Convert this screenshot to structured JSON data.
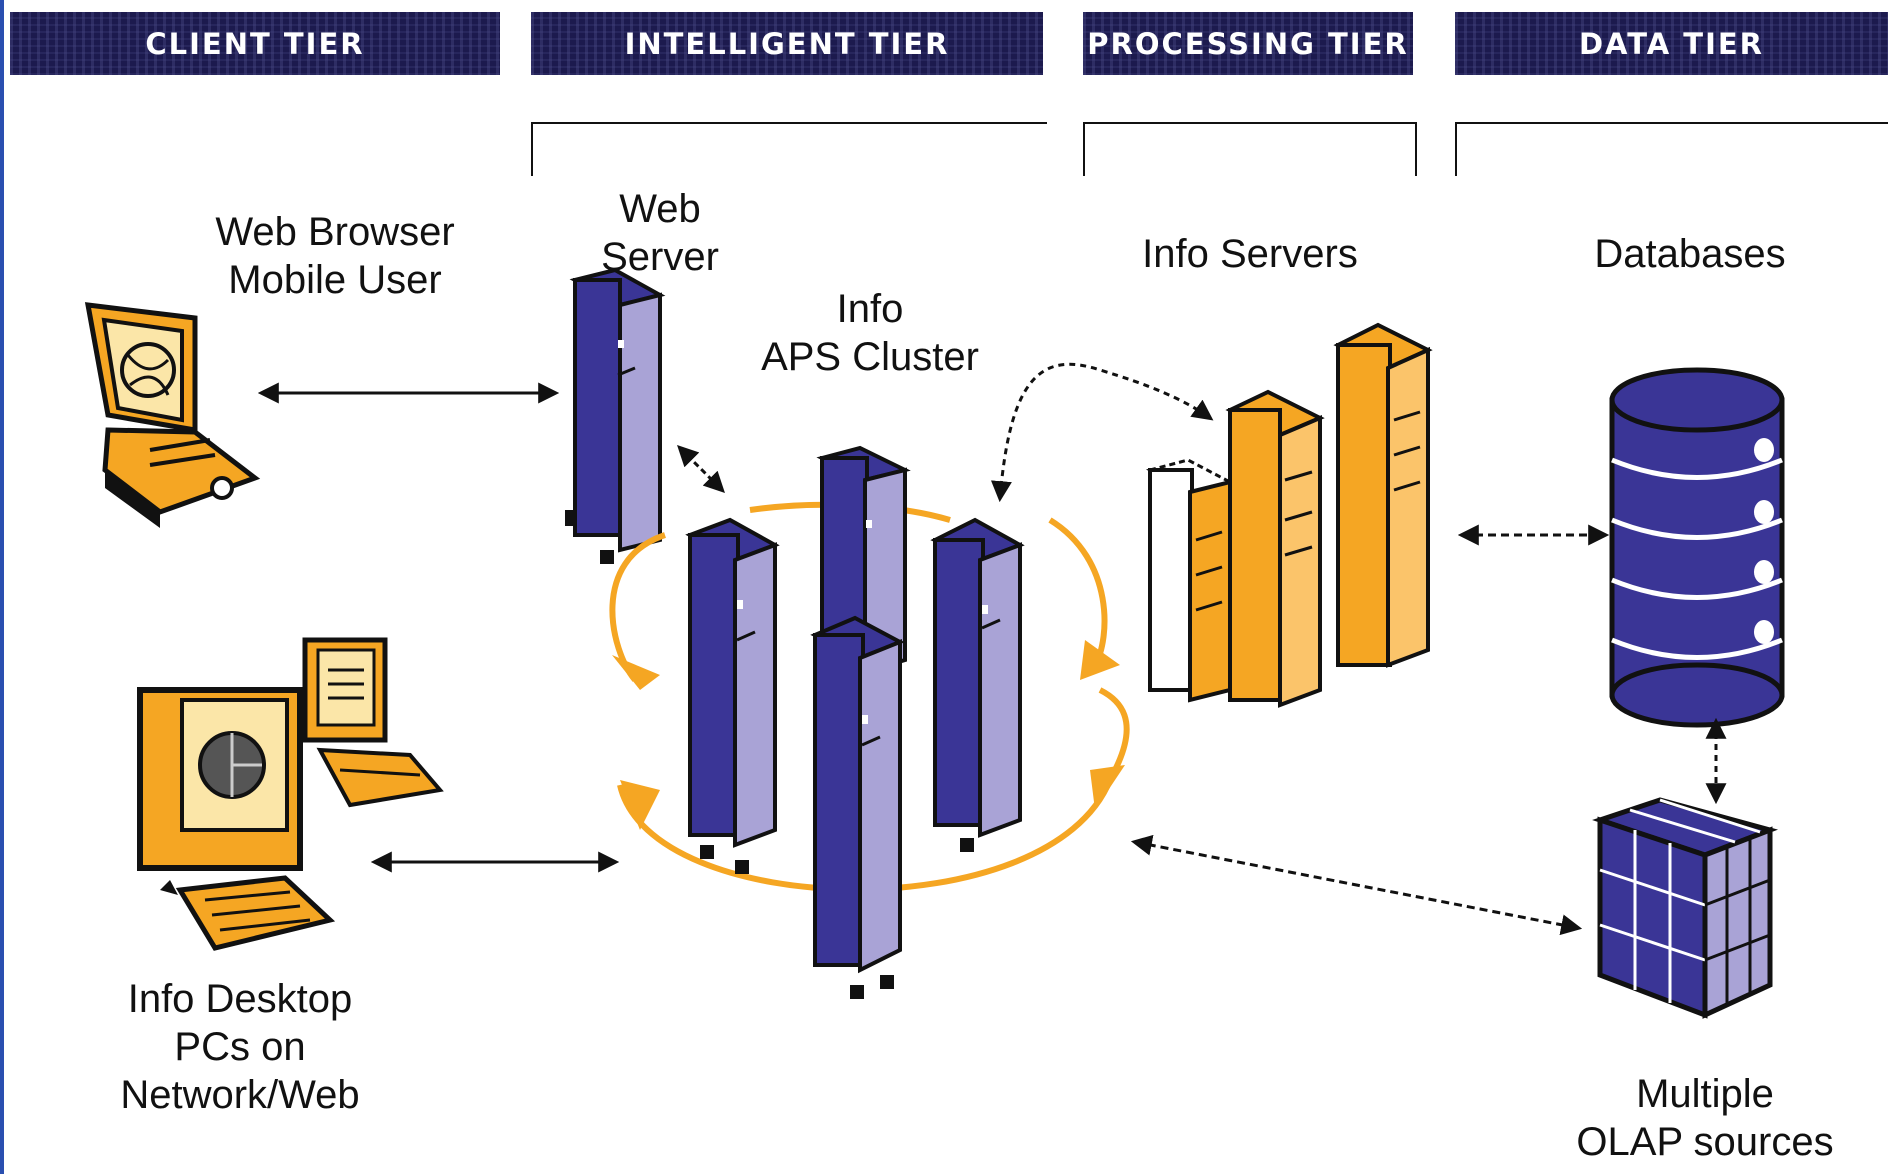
{
  "tiers": {
    "client": "CLIENT TIER",
    "intelligent": "INTELLIGENT TIER",
    "processing": "PROCESSING TIER",
    "data": "DATA TIER"
  },
  "labels": {
    "web_browser_line1": "Web Browser",
    "web_browser_line2": "Mobile User",
    "web_server": "Web Server",
    "cluster_line1": "Info",
    "cluster_line2": "APS Cluster",
    "info_servers": "Info Servers",
    "databases": "Databases",
    "desktop_line1": "Info Desktop",
    "desktop_line2": "PCs on Network/Web",
    "olap_line1": "Multiple",
    "olap_line2": "OLAP sources"
  },
  "colors": {
    "header_bg": "#1c1a4e",
    "server_purple": "#a9a3d6",
    "server_dark": "#3a3596",
    "orange": "#f5a623",
    "cream": "#fbe6a8"
  }
}
